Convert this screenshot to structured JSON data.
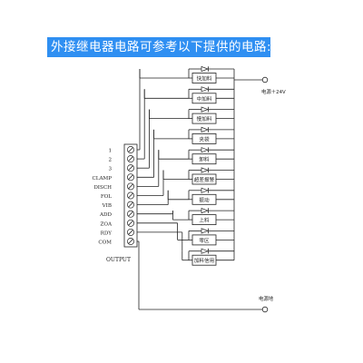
{
  "header": {
    "title": "外接继电器电路可参考以下提供的电路:",
    "accent_color": "#2f8ff2"
  },
  "terminal_labels": [
    "1",
    "2",
    "3",
    "CLAMP",
    "DISCH",
    "FOL",
    "VIB",
    "ADD",
    "ZOA",
    "RDY",
    "COM"
  ],
  "output_label": "OUTPUT",
  "relays": [
    "快加料",
    "中加料",
    "慢加料",
    "夹袋",
    "卸料",
    "超差报警",
    "振动",
    "上料",
    "零区",
    "加料信用"
  ],
  "power_positive_label": "电源＋24V",
  "power_negative_label": "电源地"
}
